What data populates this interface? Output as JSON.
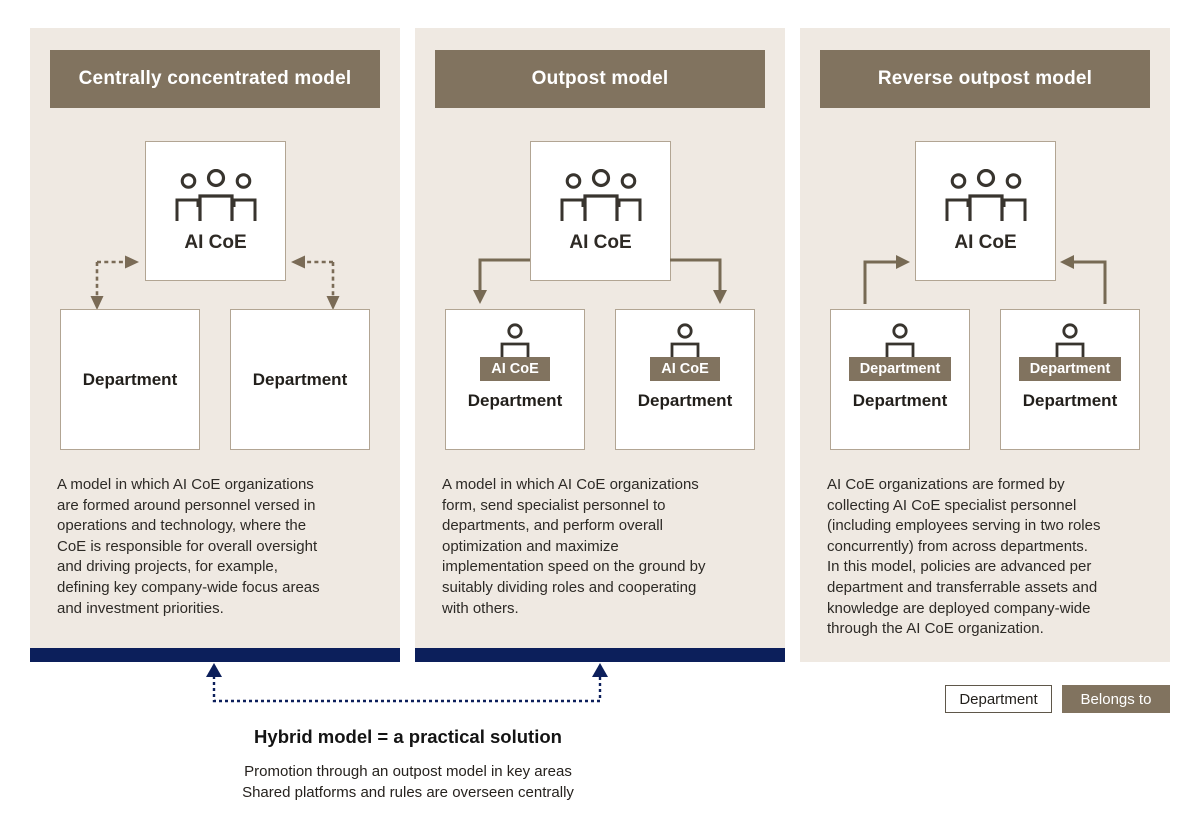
{
  "colors": {
    "panel_bg": "#efe9e2",
    "header_brown": "#81735f",
    "navy": "#0c1f5b",
    "arrow_brown": "#776a54",
    "box_border": "#b2a593",
    "text": "#2d2a26"
  },
  "icons": [
    "team-icon",
    "person-icon",
    "dashed-two-way-arrow",
    "solid-down-arrow",
    "solid-up-arrow"
  ],
  "panels": [
    {
      "title": "Centrally concentrated model",
      "coe_label": "AI CoE",
      "departments": [
        {
          "label": "Department"
        },
        {
          "label": "Department"
        }
      ],
      "description": "A model in which AI CoE organizations\nare formed around personnel versed in\noperations and technology, where the\nCoE is responsible for overall oversight\nand driving projects, for example,\ndefining key company-wide focus areas\nand investment priorities."
    },
    {
      "title": "Outpost model",
      "coe_label": "AI CoE",
      "departments": [
        {
          "badge": "AI CoE",
          "label": "Department"
        },
        {
          "badge": "AI CoE",
          "label": "Department"
        }
      ],
      "description": "A model in which AI CoE organizations\nform, send specialist personnel to\ndepartments, and perform overall\noptimization and maximize\nimplementation speed on the ground by\nsuitably dividing roles and cooperating\nwith others."
    },
    {
      "title": "Reverse outpost model",
      "coe_label": "AI CoE",
      "departments": [
        {
          "badge": "Department",
          "label": "Department"
        },
        {
          "badge": "Department",
          "label": "Department"
        }
      ],
      "description": "AI CoE organizations are formed by\ncollecting AI CoE specialist personnel\n(including employees serving in two roles\nconcurrently) from across departments.\nIn this model, policies are advanced per\ndepartment and transferrable assets and\nknowledge are deployed company-wide\nthrough the AI CoE organization."
    }
  ],
  "hybrid": {
    "title": "Hybrid model = a practical solution",
    "subtitle": "Promotion through an outpost model in key areas\nShared platforms and rules are overseen centrally"
  },
  "legend": {
    "department": "Department",
    "belongs_to": "Belongs to"
  }
}
